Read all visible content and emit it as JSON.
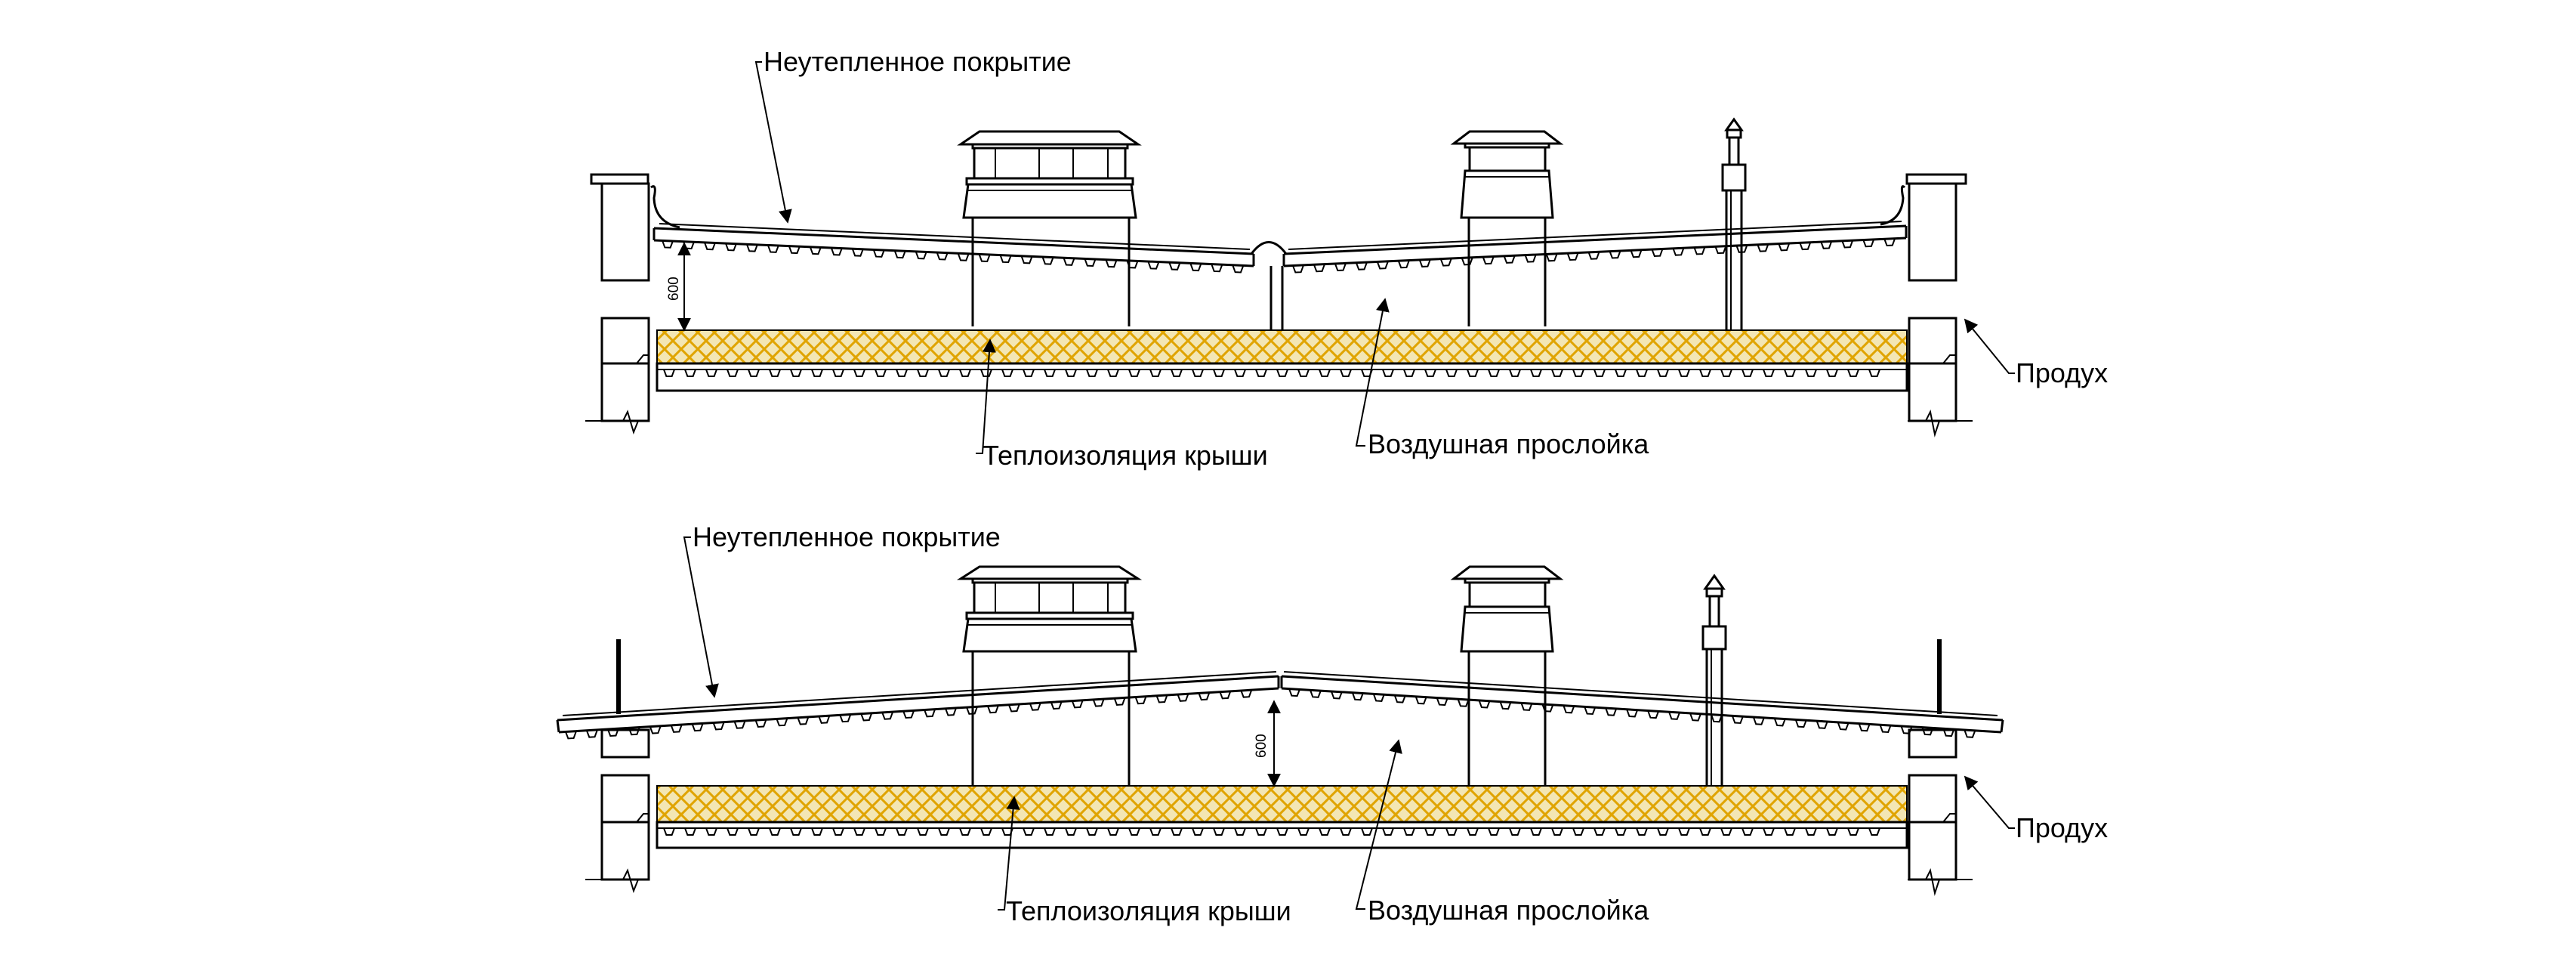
{
  "diagrams": [
    {
      "id": "top",
      "labels": {
        "covering": "Неутепленное покрытие",
        "insulation": "Теплоизоляция крыши",
        "air_gap": "Воздушная прослойка",
        "vent": "Продух"
      },
      "dimension": "600"
    },
    {
      "id": "bottom",
      "labels": {
        "covering": "Неутепленное покрытие",
        "insulation": "Теплоизоляция крыши",
        "air_gap": "Воздушная прослойка",
        "vent": "Продух"
      },
      "dimension": "600"
    }
  ],
  "colors": {
    "insulation_fill": "#f3e6b4",
    "insulation_hatch": "#e0a400",
    "line": "#000000"
  }
}
